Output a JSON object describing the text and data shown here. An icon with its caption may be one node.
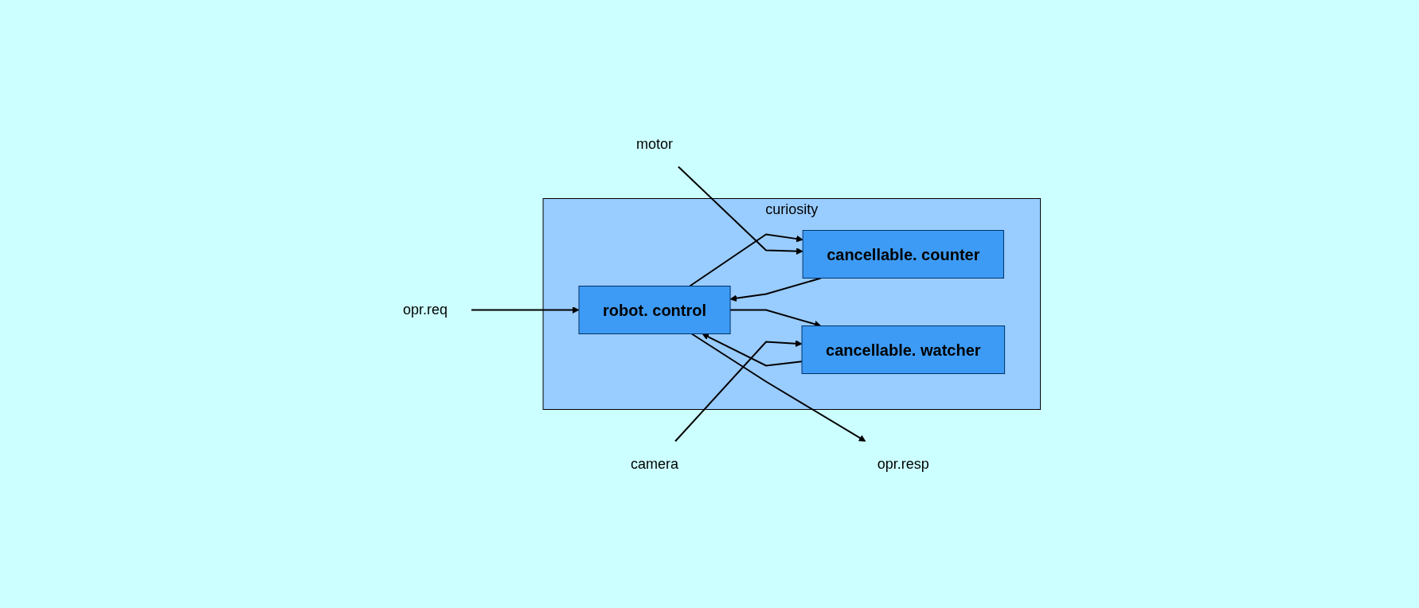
{
  "diagram": {
    "nodes": [
      {
        "text": [
          "curiosity"
        ]
      },
      {
        "text": [
          "robot. control"
        ],
        "in": 0
      },
      {
        "text": [
          "cancellable. counter"
        ],
        "in": 0
      },
      {
        "text": [
          "cancellable. watcher"
        ],
        "in": 0
      },
      {
        "text": [
          "opr.req"
        ]
      },
      {
        "text": [
          "opr.resp"
        ]
      },
      {
        "text": [
          "motor"
        ]
      },
      {
        "text": [
          "camera"
        ]
      }
    ],
    "edges": [
      {
        "from": 4,
        "to": 1,
        "arrow": "to"
      },
      {
        "from": 1,
        "to": 5,
        "arrow": "to"
      },
      {
        "from": 1,
        "to": 2,
        "arrow": "to"
      },
      {
        "from": 2,
        "to": 1,
        "arrow": "to"
      },
      {
        "from": 1,
        "to": 3,
        "arrow": "to"
      },
      {
        "from": 3,
        "to": 1,
        "arrow": "to"
      },
      {
        "from": 6,
        "to": 2,
        "arrow": "to"
      },
      {
        "from": 7,
        "to": 3,
        "arrow": "to"
      }
    ]
  }
}
